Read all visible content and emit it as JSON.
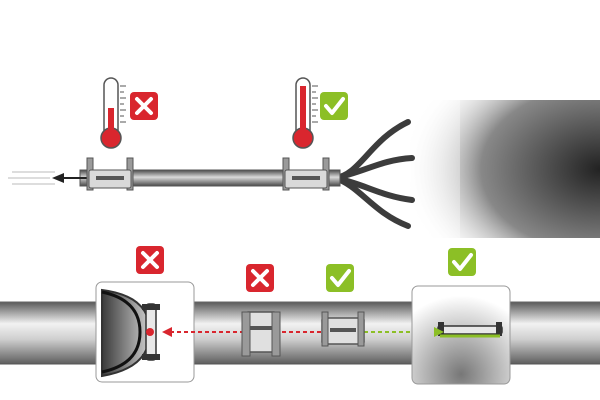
{
  "colors": {
    "wrong": "#d9262e",
    "right": "#8cbf26",
    "pipe_dark": "#6e6e6e",
    "pipe_light": "#e8e8e8",
    "thermometer_fill": "#d9262e",
    "arrow": "#222222"
  },
  "icons": {
    "cross": "cross-icon",
    "check": "check-icon",
    "thermometer": "thermometer-icon",
    "arrow": "arrow-left-icon"
  },
  "top_scene": {
    "pipe": "small-pipe-to-wall",
    "probes": [
      {
        "id": "probe-left",
        "verdict": "wrong",
        "thermometer_level": 0.4
      },
      {
        "id": "probe-right",
        "verdict": "right",
        "thermometer_level": 0.8
      }
    ],
    "flow_direction": "left"
  },
  "bottom_scene": {
    "pipe": "large-pipe",
    "positions": [
      {
        "id": "near-elbow",
        "verdict": "wrong"
      },
      {
        "id": "loose-sensor",
        "verdict": "wrong"
      },
      {
        "id": "straight-section",
        "verdict": "right"
      },
      {
        "id": "detail-contact",
        "verdict": "right"
      }
    ]
  }
}
